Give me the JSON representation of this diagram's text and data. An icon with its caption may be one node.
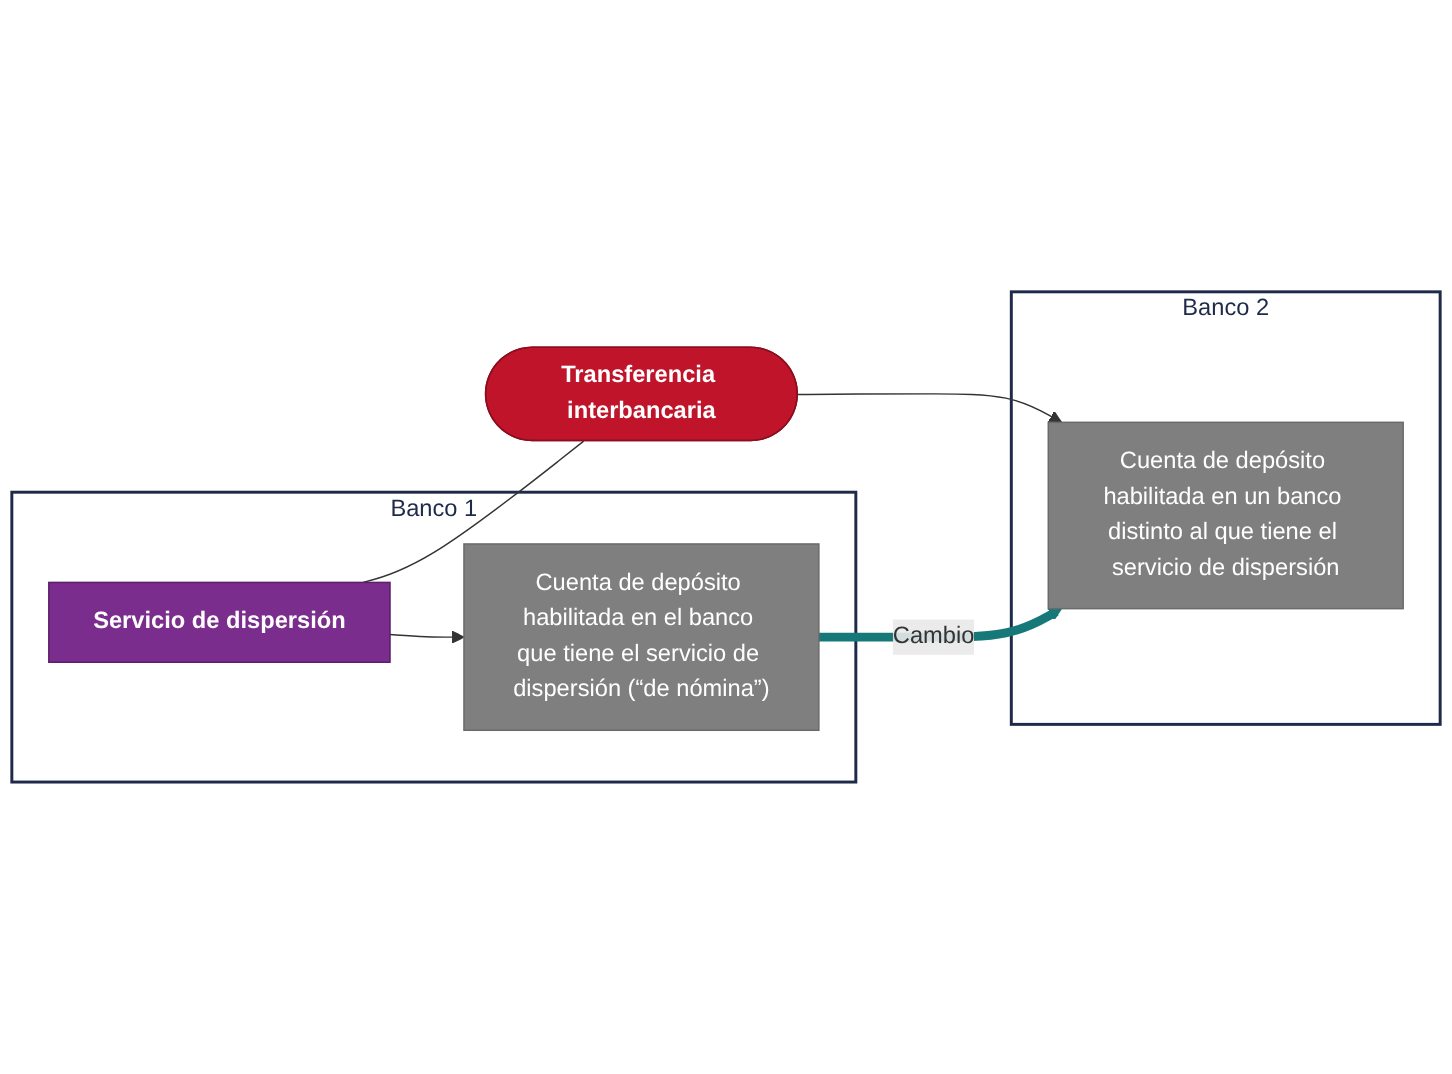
{
  "diagram": {
    "nodes": [
      {
        "text": [
          "Banco 1"
        ]
      },
      {
        "text": [
          "Banco 2"
        ]
      },
      {
        "text": [
          "Servicio de dispersión"
        ],
        "in": 0
      },
      {
        "text": [
          "Cuenta de depósito habilitada en el banco que tiene el servicio de dispersión (“de nómina”)"
        ],
        "in": 0
      },
      {
        "text": [
          "Transferencia interbancaria"
        ]
      },
      {
        "text": [
          "Cuenta de depósito habilitada en un banco distinto al que tiene el servicio de dispersión"
        ],
        "in": 1
      }
    ],
    "edges": [
      {
        "from": 2,
        "to": 3,
        "arrow": "to"
      },
      {
        "from": 2,
        "to": 4,
        "arrow": "none"
      },
      {
        "from": 4,
        "to": 5,
        "arrow": "to"
      },
      {
        "from": 3,
        "to": 5,
        "arrow": "to",
        "label": "Cambio",
        "style": "thick",
        "color": "#17787a"
      }
    ]
  }
}
